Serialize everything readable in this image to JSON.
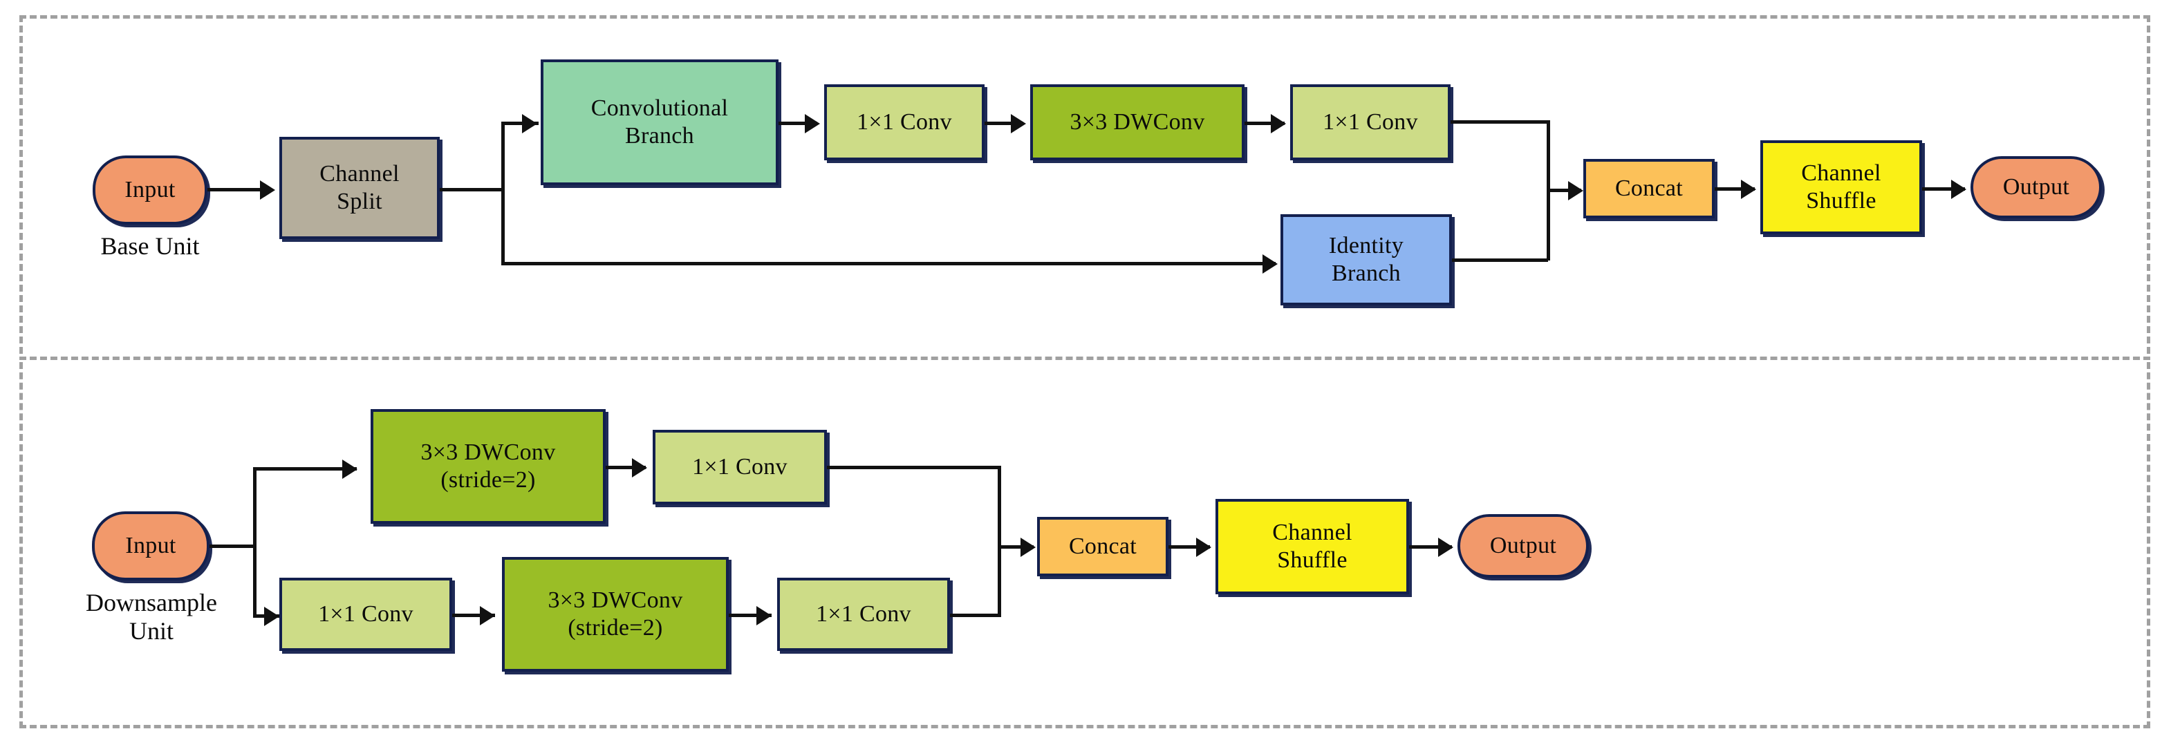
{
  "figure": {
    "type": "diagram",
    "description": "Two-part block diagram of a shuffle-style network: a Base Unit and a Downsample Unit"
  },
  "colors": {
    "input_output": "#F2996B",
    "channel_split": "#B5AE9C",
    "convolutional_branch": "#90D4A8",
    "conv_1x1": "#CDDC87",
    "dwconv_3x3": "#9ABE26",
    "identity_branch": "#8DB4F0",
    "concat": "#FCC159",
    "channel_shuffle": "#FAF016",
    "border": "#13204E",
    "connector": "#111111",
    "frame_dashed": "#A0A0A0"
  },
  "base_unit": {
    "caption": "Base Unit",
    "nodes": {
      "input": "Input",
      "channel_split": "Channel\nSplit",
      "convolutional_branch": "Convolutional\nBranch",
      "conv_1x1_a": "1×1 Conv",
      "dwconv_3x3": "3×3 DWConv",
      "conv_1x1_b": "1×1 Conv",
      "identity_branch": "Identity\nBranch",
      "concat": "Concat",
      "channel_shuffle": "Channel\nShuffle",
      "output": "Output"
    },
    "edges": [
      "Input -> Channel Split",
      "Channel Split -> Convolutional Branch",
      "Channel Split -> Identity Branch",
      "Convolutional Branch -> 1×1 Conv",
      "1×1 Conv -> 3×3 DWConv",
      "3×3 DWConv -> 1×1 Conv",
      "1×1 Conv -> Concat",
      "Identity Branch -> Concat",
      "Concat -> Channel Shuffle",
      "Channel Shuffle -> Output"
    ]
  },
  "downsample_unit": {
    "caption": "Downsample\nUnit",
    "nodes": {
      "input": "Input",
      "dwconv_top": "3×3 DWConv\n(stride=2)",
      "conv_1x1_top": "1×1 Conv",
      "conv_1x1_bottom_a": "1×1 Conv",
      "dwconv_bottom": "3×3 DWConv\n(stride=2)",
      "conv_1x1_bottom_b": "1×1 Conv",
      "concat": "Concat",
      "channel_shuffle": "Channel\nShuffle",
      "output": "Output"
    },
    "edges": [
      "Input -> 3×3 DWConv (stride=2)",
      "3×3 DWConv (stride=2) -> 1×1 Conv",
      "1×1 Conv -> Concat",
      "Input -> 1×1 Conv",
      "1×1 Conv -> 3×3 DWConv (stride=2)",
      "3×3 DWConv (stride=2) -> 1×1 Conv",
      "1×1 Conv -> Concat",
      "Concat -> Channel Shuffle",
      "Channel Shuffle -> Output"
    ]
  }
}
